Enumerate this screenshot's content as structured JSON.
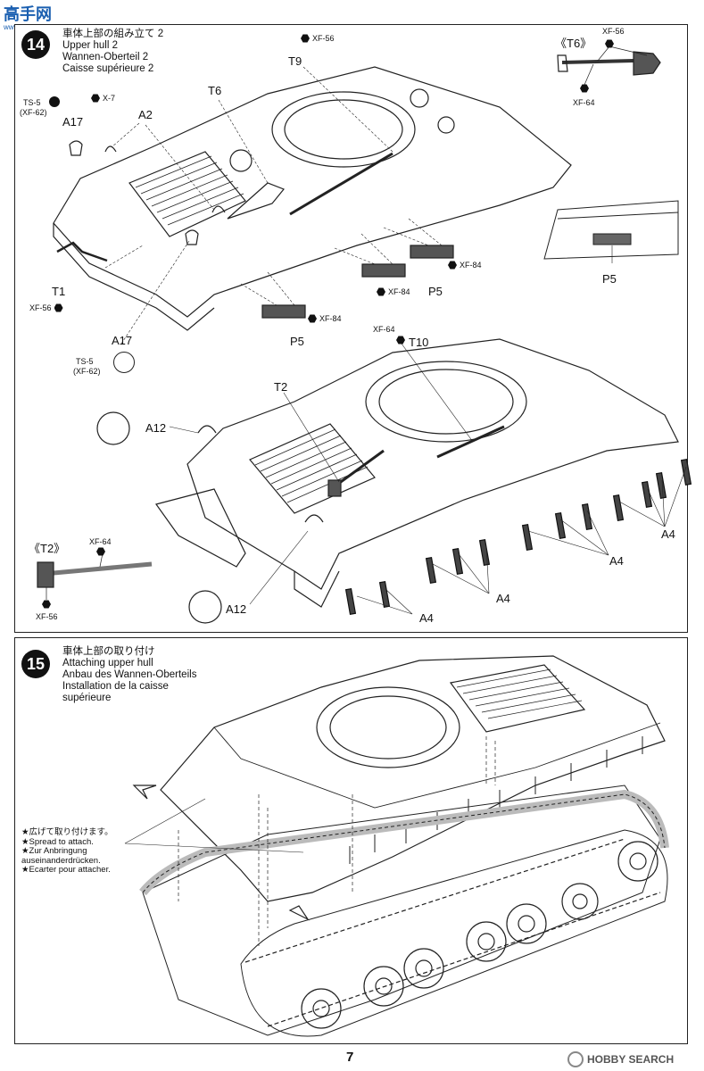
{
  "watermark_top": "高手网",
  "watermark_url": "www.gaoshou.net",
  "watermark_bottom": "HOBBY SEARCH",
  "page_number": "7",
  "step14": {
    "number": "14",
    "title_jp": "車体上部の組み立て 2",
    "title_en": "Upper hull 2",
    "title_de": "Wannen-Oberteil 2",
    "title_fr": "Caisse supérieure 2",
    "labels": {
      "t9": "T9",
      "t6": "T6",
      "a2": "A2",
      "a17a": "A17",
      "a17b": "A17",
      "t1": "T1",
      "p5a": "P5",
      "p5b": "P5",
      "p5c": "P5",
      "t6inset": "《T6》",
      "t10": "T10",
      "t2": "T2",
      "a12a": "A12",
      "a12b": "A12",
      "a4a": "A4",
      "a4b": "A4",
      "a4c": "A4",
      "a4d": "A4",
      "t2inset": "《T2》"
    },
    "paints": {
      "xf56_t9": "XF-56",
      "ts5_a": "TS-5",
      "xf62_a": "(XF-62)",
      "x7": "X-7",
      "xf56_t1": "XF-56",
      "xf84_a": "XF-84",
      "xf84_b": "XF-84",
      "xf84_c": "XF-84",
      "ts5_b": "TS-5",
      "xf62_b": "(XF-62)",
      "xf56_t6": "XF-56",
      "xf64_t6": "XF-64",
      "xf64_t10": "XF-64",
      "xf64_t2": "XF-64",
      "xf56_t2": "XF-56"
    }
  },
  "step15": {
    "number": "15",
    "title_jp": "車体上部の取り付け",
    "title_en": "Attaching upper hull",
    "title_de": "Anbau des Wannen-Oberteils",
    "title_fr1": "Installation de la caisse",
    "title_fr2": "supérieure",
    "note_jp": "★広げて取り付けます。",
    "note_en": "★Spread to attach.",
    "note_de1": "★Zur Anbringung",
    "note_de2": "auseinanderdrücken.",
    "note_fr": "★Ecarter pour attacher."
  }
}
